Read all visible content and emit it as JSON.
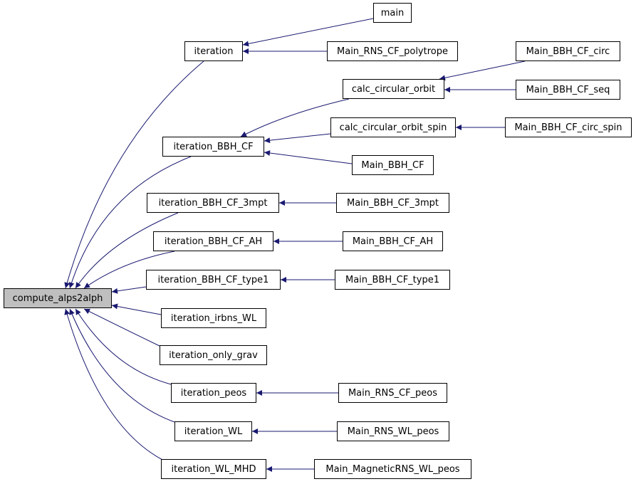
{
  "diagram": {
    "type": "call-graph",
    "edge_color": "#191970",
    "root_fill": "#bfbfbf",
    "nodes": [
      {
        "id": "compute_alps2alph",
        "label": "compute_alps2alph",
        "root": true
      },
      {
        "id": "iteration",
        "label": "iteration"
      },
      {
        "id": "main",
        "label": "main"
      },
      {
        "id": "Main_RNS_CF_polytrope",
        "label": "Main_RNS_CF_polytrope"
      },
      {
        "id": "calc_circular_orbit",
        "label": "calc_circular_orbit"
      },
      {
        "id": "Main_BBH_CF_circ",
        "label": "Main_BBH_CF_circ"
      },
      {
        "id": "Main_BBH_CF_seq",
        "label": "Main_BBH_CF_seq"
      },
      {
        "id": "iteration_BBH_CF",
        "label": "iteration_BBH_CF"
      },
      {
        "id": "calc_circular_orbit_spin",
        "label": "calc_circular_orbit_spin"
      },
      {
        "id": "Main_BBH_CF_circ_spin",
        "label": "Main_BBH_CF_circ_spin"
      },
      {
        "id": "Main_BBH_CF",
        "label": "Main_BBH_CF"
      },
      {
        "id": "iteration_BBH_CF_3mpt",
        "label": "iteration_BBH_CF_3mpt"
      },
      {
        "id": "Main_BBH_CF_3mpt",
        "label": "Main_BBH_CF_3mpt"
      },
      {
        "id": "iteration_BBH_CF_AH",
        "label": "iteration_BBH_CF_AH"
      },
      {
        "id": "Main_BBH_CF_AH",
        "label": "Main_BBH_CF_AH"
      },
      {
        "id": "iteration_BBH_CF_type1",
        "label": "iteration_BBH_CF_type1"
      },
      {
        "id": "Main_BBH_CF_type1",
        "label": "Main_BBH_CF_type1"
      },
      {
        "id": "iteration_irbns_WL",
        "label": "iteration_irbns_WL"
      },
      {
        "id": "iteration_only_grav",
        "label": "iteration_only_grav"
      },
      {
        "id": "iteration_peos",
        "label": "iteration_peos"
      },
      {
        "id": "Main_RNS_CF_peos",
        "label": "Main_RNS_CF_peos"
      },
      {
        "id": "iteration_WL",
        "label": "iteration_WL"
      },
      {
        "id": "Main_RNS_WL_peos",
        "label": "Main_RNS_WL_peos"
      },
      {
        "id": "iteration_WL_MHD",
        "label": "iteration_WL_MHD"
      },
      {
        "id": "Main_MagneticRNS_WL_peos",
        "label": "Main_MagneticRNS_WL_peos"
      }
    ],
    "edges": [
      {
        "from": "iteration",
        "to": "compute_alps2alph"
      },
      {
        "from": "iteration_BBH_CF",
        "to": "compute_alps2alph"
      },
      {
        "from": "iteration_BBH_CF_3mpt",
        "to": "compute_alps2alph"
      },
      {
        "from": "iteration_BBH_CF_AH",
        "to": "compute_alps2alph"
      },
      {
        "from": "iteration_BBH_CF_type1",
        "to": "compute_alps2alph"
      },
      {
        "from": "iteration_irbns_WL",
        "to": "compute_alps2alph"
      },
      {
        "from": "iteration_only_grav",
        "to": "compute_alps2alph"
      },
      {
        "from": "iteration_peos",
        "to": "compute_alps2alph"
      },
      {
        "from": "iteration_WL",
        "to": "compute_alps2alph"
      },
      {
        "from": "iteration_WL_MHD",
        "to": "compute_alps2alph"
      },
      {
        "from": "main",
        "to": "iteration"
      },
      {
        "from": "Main_RNS_CF_polytrope",
        "to": "iteration"
      },
      {
        "from": "calc_circular_orbit",
        "to": "iteration_BBH_CF"
      },
      {
        "from": "calc_circular_orbit_spin",
        "to": "iteration_BBH_CF"
      },
      {
        "from": "Main_BBH_CF",
        "to": "iteration_BBH_CF"
      },
      {
        "from": "Main_BBH_CF_circ",
        "to": "calc_circular_orbit"
      },
      {
        "from": "Main_BBH_CF_seq",
        "to": "calc_circular_orbit"
      },
      {
        "from": "Main_BBH_CF_circ_spin",
        "to": "calc_circular_orbit_spin"
      },
      {
        "from": "Main_BBH_CF_3mpt",
        "to": "iteration_BBH_CF_3mpt"
      },
      {
        "from": "Main_BBH_CF_AH",
        "to": "iteration_BBH_CF_AH"
      },
      {
        "from": "Main_BBH_CF_type1",
        "to": "iteration_BBH_CF_type1"
      },
      {
        "from": "Main_RNS_CF_peos",
        "to": "iteration_peos"
      },
      {
        "from": "Main_RNS_WL_peos",
        "to": "iteration_WL"
      },
      {
        "from": "Main_MagneticRNS_WL_peos",
        "to": "iteration_WL_MHD"
      }
    ]
  }
}
